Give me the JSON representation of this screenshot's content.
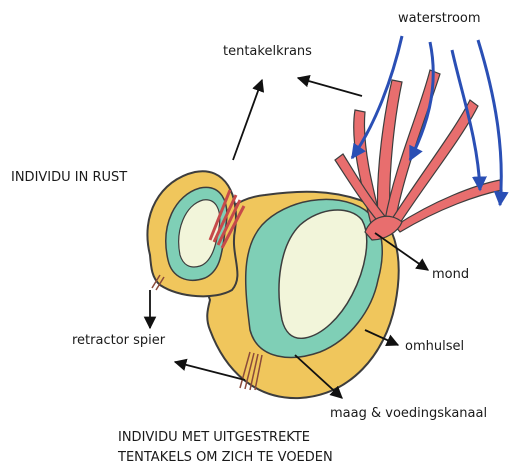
{
  "labels": {
    "waterstroom": "waterstroom",
    "tentakelkrans": "tentakelkrans",
    "individu_in_rust": "INDIVIDU IN RUST",
    "mond": "mond",
    "retractor_spier": "retractor spier",
    "omhulsel": "omhulsel",
    "maag_voedingskanaal": "maag & voedingskanaal",
    "uitgestrekt_line1": "INDIVIDU MET UITGESTREKTE",
    "uitgestrekt_line2": "TENTAKELS OM ZICH TE VOEDEN"
  },
  "colors": {
    "outer_body": "#f0c65c",
    "inner_layer": "#7fcfb6",
    "cavity": "#f2f5da",
    "tentacle": "#e86e6e",
    "water_arrow": "#2a4fb5",
    "outline": "#3d3d3d",
    "arrow": "#111111"
  }
}
